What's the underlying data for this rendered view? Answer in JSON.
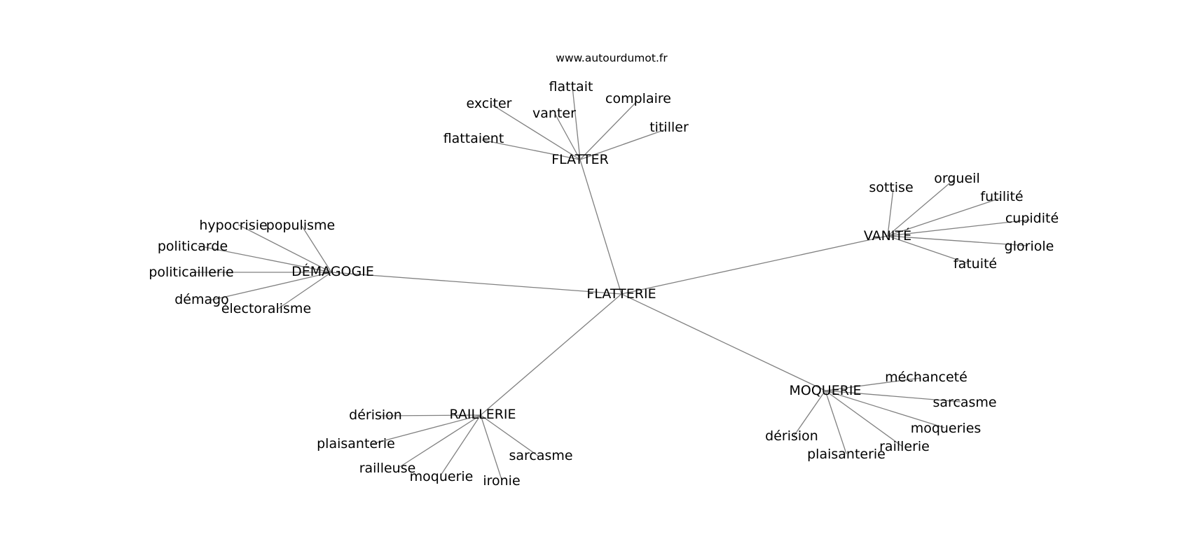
{
  "site": "www.autourdumot.fr",
  "center": "FLATTERIE",
  "clusters": [
    {
      "hub": "FLATTER",
      "words": [
        "flattait",
        "complaire",
        "exciter",
        "vanter",
        "titiller",
        "flattaient"
      ]
    },
    {
      "hub": "VANITÉ",
      "words": [
        "orgueil",
        "sottise",
        "futilité",
        "cupidité",
        "gloriole",
        "fatuité"
      ]
    },
    {
      "hub": "DÉMAGOGIE",
      "words": [
        "hypocrisie",
        "populisme",
        "politicarde",
        "politicaillerie",
        "démago",
        "électoralisme"
      ]
    },
    {
      "hub": "RAILLERIE",
      "words": [
        "dérision",
        "plaisanterie",
        "railleuse",
        "moquerie",
        "ironie",
        "sarcasme"
      ]
    },
    {
      "hub": "MOQUERIE",
      "words": [
        "méchanceté",
        "sarcasme",
        "moqueries",
        "raillerie",
        "plaisanterie",
        "dérision"
      ]
    }
  ]
}
